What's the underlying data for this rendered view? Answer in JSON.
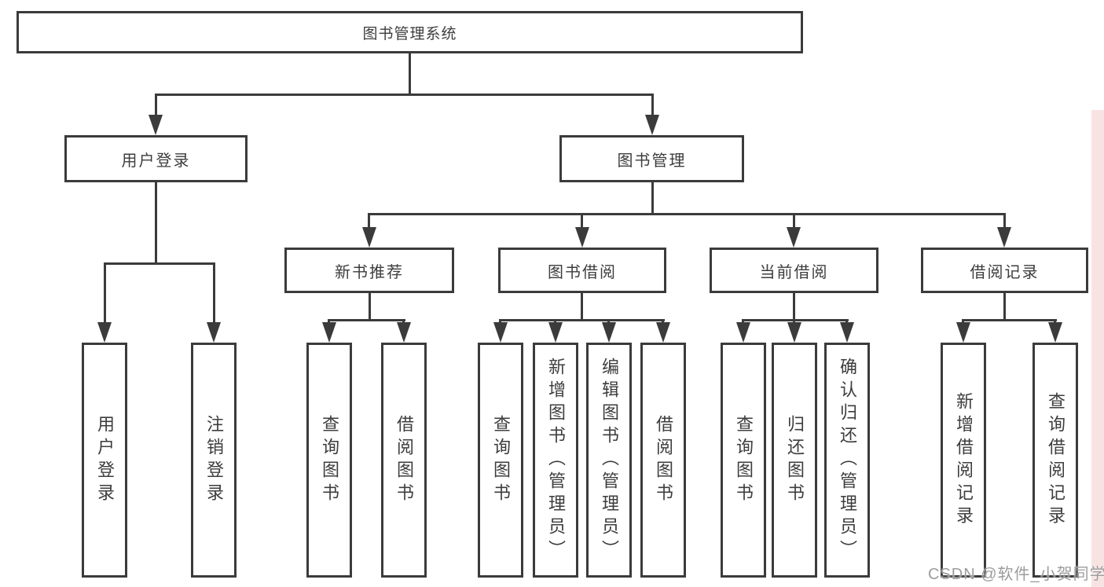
{
  "nodes": {
    "root": "图书管理系统",
    "level2": [
      "用户登录",
      "图书管理"
    ],
    "level3": [
      "新书推荐",
      "图书借阅",
      "当前借阅",
      "借阅记录"
    ],
    "user_login_children": [
      "用户登录",
      "注销登录"
    ],
    "recommend_children": [
      "查询图书",
      "借阅图书"
    ],
    "borrow_children": [
      "查询图书",
      "新增图书（管理员）",
      "编辑图书（管理员）",
      "借阅图书"
    ],
    "current_children": [
      "查询图书",
      "归还图书",
      "确认归还（管理员）"
    ],
    "records_children": [
      "新增借阅记录",
      "查询借阅记录"
    ]
  },
  "watermark": "CSDN @软件_小贺同学",
  "colors": {
    "line_color": "#3b3b3b",
    "text_color": "#3d3d3d",
    "watermark_color": "#9c9c9c",
    "strip_color": "#f7e4e2",
    "background": "#ffffff"
  }
}
